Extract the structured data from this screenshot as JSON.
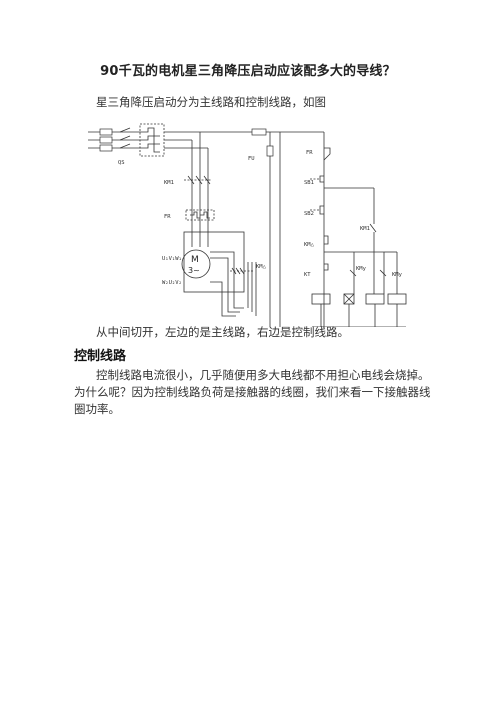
{
  "title": "90千瓦的电机星三角降压启动应该配多大的导线？",
  "intro": "星三角降压启动分为主线路和控制线路，如图",
  "diagram": {
    "labels": {
      "qs": "QS",
      "km1": "KM1",
      "fr_main": "FR",
      "fu": "FU",
      "motor_m": "M",
      "motor_3": "3~",
      "u1v1w1": "U₁V₁W₁",
      "w2u2v2": "W₂U₂V₂",
      "km_delta_main": "KM△",
      "fr_ctrl": "FR",
      "sb1": "SB1",
      "sb2": "SB2",
      "km_delta_ctrl": "KM△",
      "kt": "KT",
      "km1_ctrl": "KM1",
      "kmy": "KMy",
      "kmy2": "KMy"
    }
  },
  "caption": "从中间切开，左边的是主线路，右边是控制线路。",
  "heading": "控制线路",
  "body": "控制线路电流很小，几乎随便用多大电线都不用担心电线会烧掉。为什么呢？因为控制线路负荷是接触器的线圈，我们来看一下接触器线圈功率。"
}
